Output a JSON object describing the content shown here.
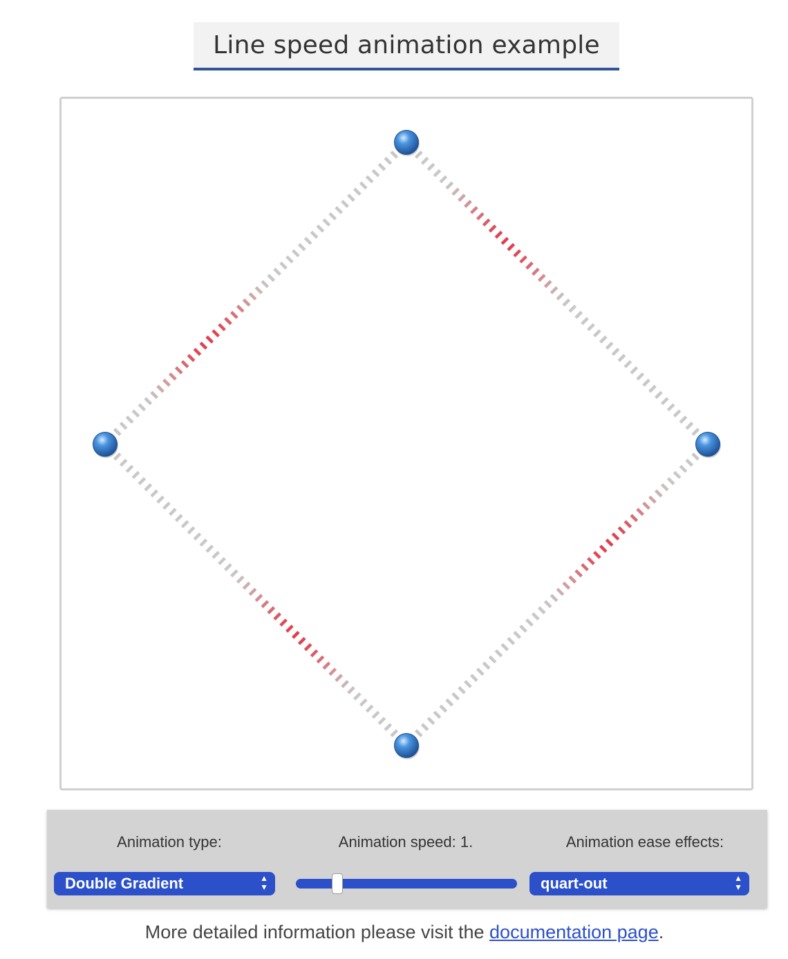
{
  "header": {
    "title": "Line speed animation example"
  },
  "diagram": {
    "node_color": "#2e78c7",
    "dash_base_color": "#c8c8c8",
    "dash_highlight_color": "#e0404e"
  },
  "controls": {
    "animation_type_label": "Animation type:",
    "animation_type_value": "Double Gradient",
    "animation_speed_label": "Animation speed: 1.",
    "animation_speed_level": 0.17,
    "animation_ease_label": "Animation ease effects:",
    "animation_ease_value": "quart-out",
    "accent_color": "#2b50c9"
  },
  "footer": {
    "text_before": "More detailed information please visit the ",
    "link_text": "documentation page",
    "text_after": "."
  }
}
